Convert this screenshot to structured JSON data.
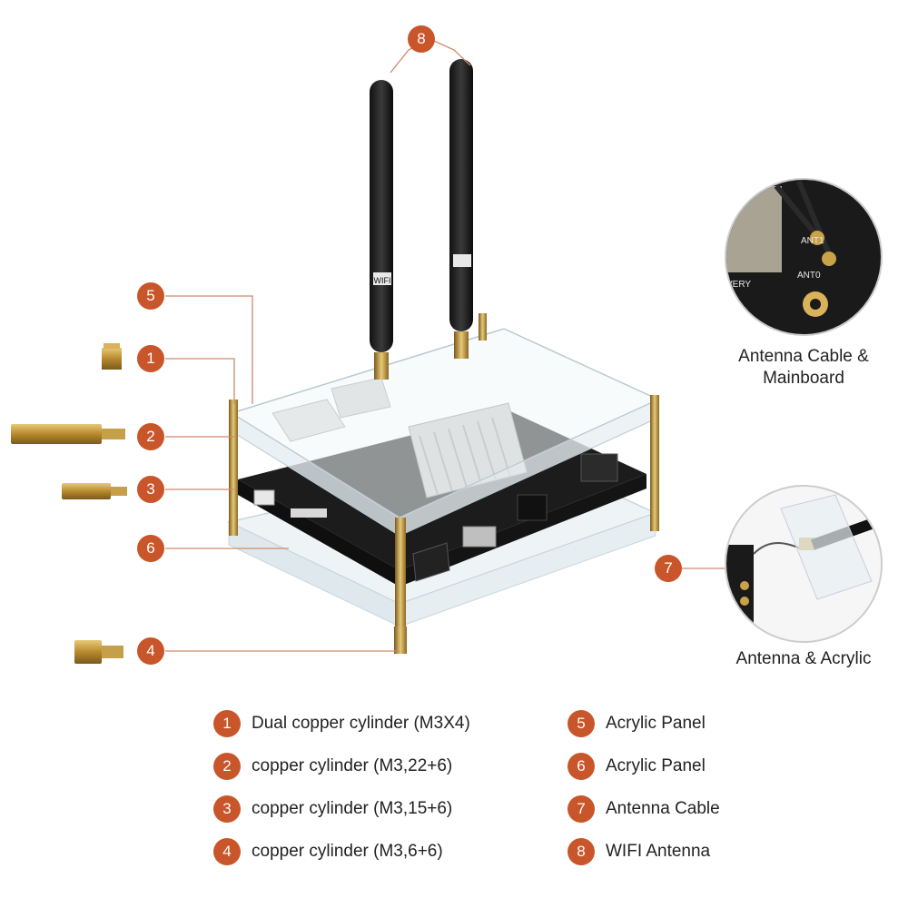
{
  "callouts": [
    {
      "num": "1",
      "text": "Dual copper cylinder (M3X4)"
    },
    {
      "num": "2",
      "text": "copper cylinder (M3,22+6)"
    },
    {
      "num": "3",
      "text": "copper cylinder (M3,15+6)"
    },
    {
      "num": "4",
      "text": "copper cylinder (M3,6+6)"
    },
    {
      "num": "5",
      "text": "Acrylic Panel"
    },
    {
      "num": "6",
      "text": "Acrylic Panel"
    },
    {
      "num": "7",
      "text": "Antenna Cable"
    },
    {
      "num": "8",
      "text": "WIFI Antenna"
    }
  ],
  "insets": {
    "mainboard": {
      "caption_line1": "Antenna Cable &",
      "caption_line2": "Mainboard",
      "silk_ant1": "ANT1",
      "silk_ant0": "ANT0",
      "silk_very": "VERY"
    },
    "acrylic": {
      "caption": "Antenna & Acrylic"
    }
  },
  "antenna_label": "WIFI",
  "colors": {
    "badge": "#c9552a",
    "leader": "#d08a6a",
    "brass": "#c9a24a",
    "pcb": "#1c1c1c",
    "acrylic": "#e6eef2"
  }
}
